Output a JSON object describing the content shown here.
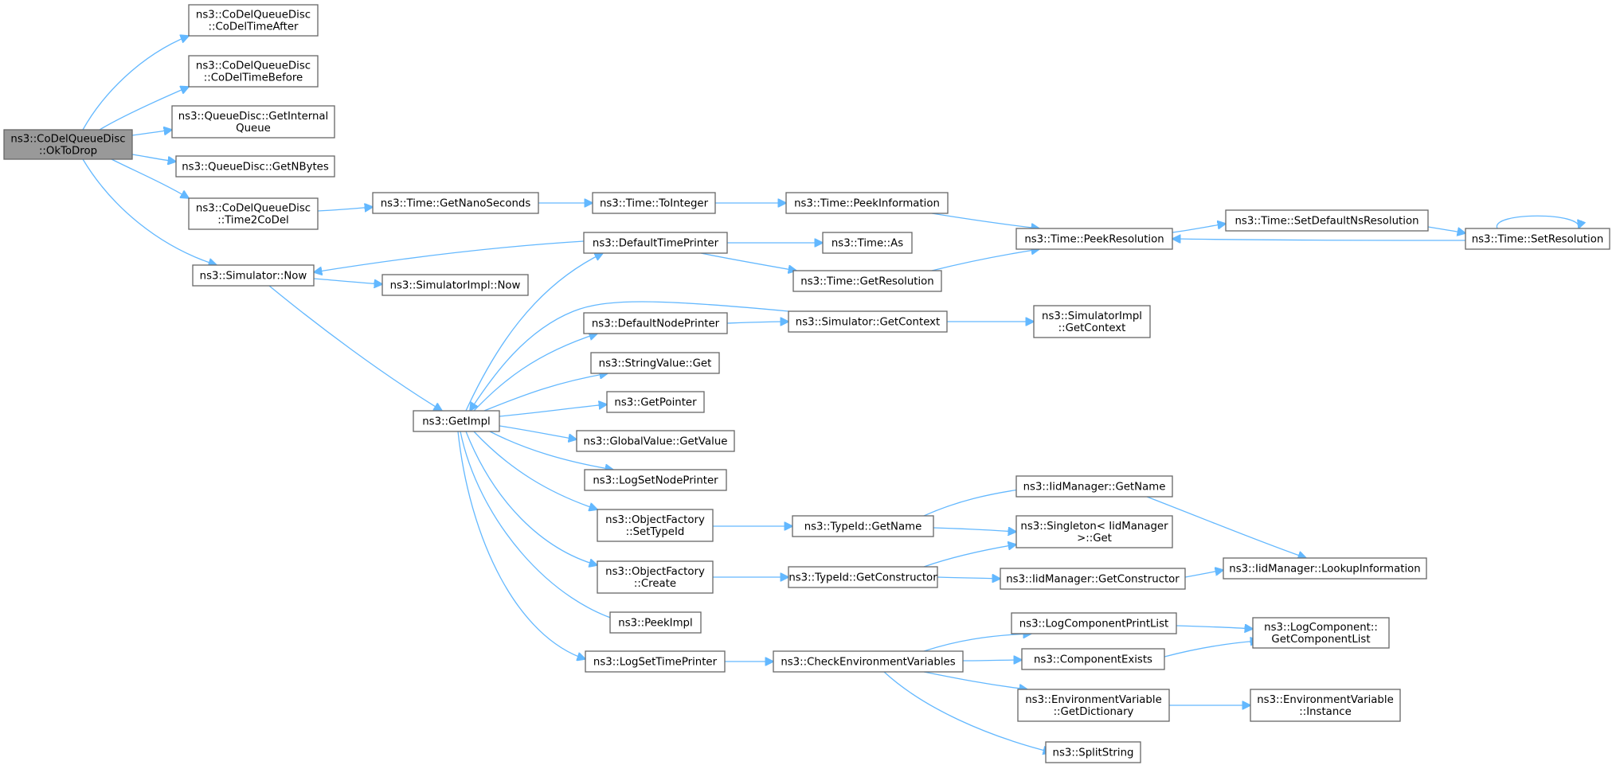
{
  "graph": {
    "root": "n_oktodrop",
    "nodes": [
      {
        "id": "n_oktodrop",
        "lines": [
          "ns3::CoDelQueueDisc",
          "::OkToDrop"
        ],
        "root": true
      },
      {
        "id": "n_after",
        "lines": [
          "ns3::CoDelQueueDisc",
          "::CoDelTimeAfter"
        ]
      },
      {
        "id": "n_before",
        "lines": [
          "ns3::CoDelQueueDisc",
          "::CoDelTimeBefore"
        ]
      },
      {
        "id": "n_getinternal",
        "lines": [
          "ns3::QueueDisc::GetInternal",
          "Queue"
        ]
      },
      {
        "id": "n_getnbytes",
        "lines": [
          "ns3::QueueDisc::GetNBytes"
        ]
      },
      {
        "id": "n_time2codel",
        "lines": [
          "ns3::CoDelQueueDisc",
          "::Time2CoDel"
        ]
      },
      {
        "id": "n_simnow",
        "lines": [
          "ns3::Simulator::Now"
        ]
      },
      {
        "id": "n_getnano",
        "lines": [
          "ns3::Time::GetNanoSeconds"
        ]
      },
      {
        "id": "n_tointeger",
        "lines": [
          "ns3::Time::ToInteger"
        ]
      },
      {
        "id": "n_peekinfo",
        "lines": [
          "ns3::Time::PeekInformation"
        ]
      },
      {
        "id": "n_peekres",
        "lines": [
          "ns3::Time::PeekResolution"
        ]
      },
      {
        "id": "n_setdefns",
        "lines": [
          "ns3::Time::SetDefaultNsResolution"
        ]
      },
      {
        "id": "n_setres",
        "lines": [
          "ns3::Time::SetResolution"
        ]
      },
      {
        "id": "n_deftimeprinter",
        "lines": [
          "ns3::DefaultTimePrinter"
        ]
      },
      {
        "id": "n_timeas",
        "lines": [
          "ns3::Time::As"
        ]
      },
      {
        "id": "n_getresolution",
        "lines": [
          "ns3::Time::GetResolution"
        ]
      },
      {
        "id": "n_simimplnow",
        "lines": [
          "ns3::SimulatorImpl::Now"
        ]
      },
      {
        "id": "n_defnodeprinter",
        "lines": [
          "ns3::DefaultNodePrinter"
        ]
      },
      {
        "id": "n_simgetcontext",
        "lines": [
          "ns3::Simulator::GetContext"
        ]
      },
      {
        "id": "n_simimplgetcontext",
        "lines": [
          "ns3::SimulatorImpl",
          "::GetContext"
        ]
      },
      {
        "id": "n_getimpl",
        "lines": [
          "ns3::GetImpl"
        ]
      },
      {
        "id": "n_stringvalueget",
        "lines": [
          "ns3::StringValue::Get"
        ]
      },
      {
        "id": "n_getpointer",
        "lines": [
          "ns3::GetPointer"
        ]
      },
      {
        "id": "n_globalvalueget",
        "lines": [
          "ns3::GlobalValue::GetValue"
        ]
      },
      {
        "id": "n_logsetnodeprinter",
        "lines": [
          "ns3::LogSetNodePrinter"
        ]
      },
      {
        "id": "n_objfactsettypeid",
        "lines": [
          "ns3::ObjectFactory",
          "::SetTypeId"
        ]
      },
      {
        "id": "n_typeidgetname",
        "lines": [
          "ns3::TypeId::GetName"
        ]
      },
      {
        "id": "n_iidgetname",
        "lines": [
          "ns3::IidManager::GetName"
        ]
      },
      {
        "id": "n_singletonget",
        "lines": [
          "ns3::Singleton< IidManager",
          ">::Get"
        ]
      },
      {
        "id": "n_objfactcreate",
        "lines": [
          "ns3::ObjectFactory",
          "::Create"
        ]
      },
      {
        "id": "n_typeidgetctor",
        "lines": [
          "ns3::TypeId::GetConstructor"
        ]
      },
      {
        "id": "n_iidgetctor",
        "lines": [
          "ns3::IidManager::GetConstructor"
        ]
      },
      {
        "id": "n_iidlookup",
        "lines": [
          "ns3::IidManager::LookupInformation"
        ]
      },
      {
        "id": "n_peekimpl",
        "lines": [
          "ns3::PeekImpl"
        ]
      },
      {
        "id": "n_logsettimeprinter",
        "lines": [
          "ns3::LogSetTimePrinter"
        ]
      },
      {
        "id": "n_checkenv",
        "lines": [
          "ns3::CheckEnvironmentVariables"
        ]
      },
      {
        "id": "n_logcompprintlist",
        "lines": [
          "ns3::LogComponentPrintList"
        ]
      },
      {
        "id": "n_logcompgetlist",
        "lines": [
          "ns3::LogComponent::",
          "GetComponentList"
        ]
      },
      {
        "id": "n_compexists",
        "lines": [
          "ns3::ComponentExists"
        ]
      },
      {
        "id": "n_envgetdict",
        "lines": [
          "ns3::EnvironmentVariable",
          "::GetDictionary"
        ]
      },
      {
        "id": "n_envinstance",
        "lines": [
          "ns3::EnvironmentVariable",
          "::Instance"
        ]
      },
      {
        "id": "n_splitstring",
        "lines": [
          "ns3::SplitString"
        ]
      }
    ],
    "edges": [
      [
        "n_oktodrop",
        "n_after"
      ],
      [
        "n_oktodrop",
        "n_before"
      ],
      [
        "n_oktodrop",
        "n_getinternal"
      ],
      [
        "n_oktodrop",
        "n_getnbytes"
      ],
      [
        "n_oktodrop",
        "n_time2codel"
      ],
      [
        "n_oktodrop",
        "n_simnow"
      ],
      [
        "n_time2codel",
        "n_getnano"
      ],
      [
        "n_getnano",
        "n_tointeger"
      ],
      [
        "n_tointeger",
        "n_peekinfo"
      ],
      [
        "n_peekinfo",
        "n_peekres"
      ],
      [
        "n_peekres",
        "n_setdefns"
      ],
      [
        "n_setdefns",
        "n_setres"
      ],
      [
        "n_setres",
        "n_peekres"
      ],
      [
        "n_setres",
        "n_setres"
      ],
      [
        "n_deftimeprinter",
        "n_simnow"
      ],
      [
        "n_deftimeprinter",
        "n_timeas"
      ],
      [
        "n_deftimeprinter",
        "n_getresolution"
      ],
      [
        "n_getresolution",
        "n_peekres"
      ],
      [
        "n_simnow",
        "n_simimplnow"
      ],
      [
        "n_simnow",
        "n_getimpl"
      ],
      [
        "n_getimpl",
        "n_deftimeprinter"
      ],
      [
        "n_simgetcontext",
        "n_getimpl"
      ],
      [
        "n_defnodeprinter",
        "n_simgetcontext"
      ],
      [
        "n_simgetcontext",
        "n_simimplgetcontext"
      ],
      [
        "n_getimpl",
        "n_defnodeprinter"
      ],
      [
        "n_getimpl",
        "n_stringvalueget"
      ],
      [
        "n_getimpl",
        "n_getpointer"
      ],
      [
        "n_getimpl",
        "n_globalvalueget"
      ],
      [
        "n_getimpl",
        "n_logsetnodeprinter"
      ],
      [
        "n_getimpl",
        "n_objfactsettypeid"
      ],
      [
        "n_getimpl",
        "n_objfactcreate"
      ],
      [
        "n_getimpl",
        "n_peekimpl"
      ],
      [
        "n_getimpl",
        "n_logsettimeprinter"
      ],
      [
        "n_objfactsettypeid",
        "n_typeidgetname"
      ],
      [
        "n_typeidgetname",
        "n_iidgetname"
      ],
      [
        "n_typeidgetname",
        "n_singletonget"
      ],
      [
        "n_iidgetname",
        "n_iidlookup"
      ],
      [
        "n_objfactcreate",
        "n_typeidgetctor"
      ],
      [
        "n_typeidgetctor",
        "n_singletonget"
      ],
      [
        "n_typeidgetctor",
        "n_iidgetctor"
      ],
      [
        "n_iidgetctor",
        "n_iidlookup"
      ],
      [
        "n_logsettimeprinter",
        "n_checkenv"
      ],
      [
        "n_checkenv",
        "n_logcompprintlist"
      ],
      [
        "n_checkenv",
        "n_compexists"
      ],
      [
        "n_checkenv",
        "n_envgetdict"
      ],
      [
        "n_checkenv",
        "n_splitstring"
      ],
      [
        "n_logcompprintlist",
        "n_logcompgetlist"
      ],
      [
        "n_compexists",
        "n_logcompgetlist"
      ],
      [
        "n_envgetdict",
        "n_envinstance"
      ]
    ]
  },
  "colors": {
    "edge": "#63b8ff",
    "node_border": "#666666",
    "root_fill": "#999999",
    "node_fill": "#ffffff"
  }
}
